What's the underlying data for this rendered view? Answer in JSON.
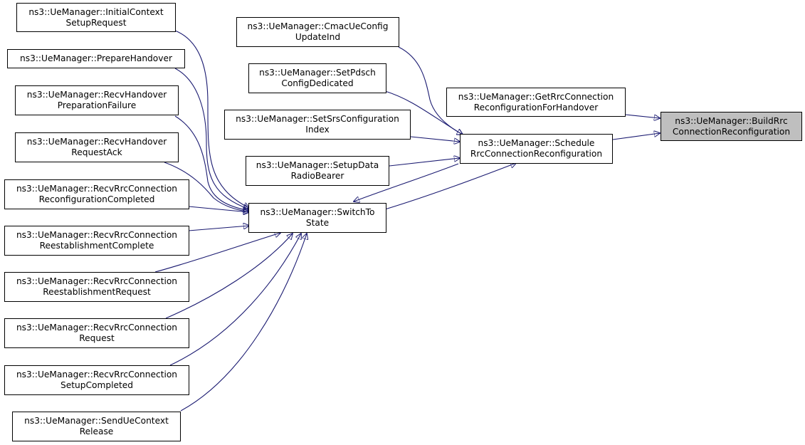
{
  "colors": {
    "edge": "#191970",
    "border": "#000000",
    "focus_fill": "#bfbfbf",
    "fill": "#ffffff"
  },
  "nodes": {
    "build": {
      "line1": "ns3::UeManager::BuildRrc",
      "line2": "ConnectionReconfiguration"
    },
    "getrrc": {
      "line1": "ns3::UeManager::GetRrcConnection",
      "line2": "ReconfigurationForHandover"
    },
    "schedule": {
      "line1": "ns3::UeManager::Schedule",
      "line2": "RrcConnectionReconfiguration"
    },
    "cmac": {
      "line1": "ns3::UeManager::CmacUeConfig",
      "line2": "UpdateInd"
    },
    "pdsch": {
      "line1": "ns3::UeManager::SetPdsch",
      "line2": "ConfigDedicated"
    },
    "srs": {
      "line1": "ns3::UeManager::SetSrsConfiguration",
      "line2": "Index"
    },
    "setup": {
      "line1": "ns3::UeManager::SetupData",
      "line2": "RadioBearer"
    },
    "switch": {
      "line1": "ns3::UeManager::SwitchTo",
      "line2": "State"
    },
    "initctx": {
      "line1": "ns3::UeManager::InitialContext",
      "line2": "SetupRequest"
    },
    "prep": {
      "line1": "ns3::UeManager::PrepareHandover",
      "line2": ""
    },
    "hofail": {
      "line1": "ns3::UeManager::RecvHandover",
      "line2": "PreparationFailure"
    },
    "hoack": {
      "line1": "ns3::UeManager::RecvHandover",
      "line2": "RequestAck"
    },
    "rrccomp": {
      "line1": "ns3::UeManager::RecvRrcConnection",
      "line2": "ReconfigurationCompleted"
    },
    "reestcomp": {
      "line1": "ns3::UeManager::RecvRrcConnection",
      "line2": "ReestablishmentComplete"
    },
    "reestreq": {
      "line1": "ns3::UeManager::RecvRrcConnection",
      "line2": "ReestablishmentRequest"
    },
    "rrcreq": {
      "line1": "ns3::UeManager::RecvRrcConnection",
      "line2": "Request"
    },
    "setupcomp": {
      "line1": "ns3::UeManager::RecvRrcConnection",
      "line2": "SetupCompleted"
    },
    "release": {
      "line1": "ns3::UeManager::SendUeContext",
      "line2": "Release"
    }
  },
  "edges": [
    {
      "from": "getrrc",
      "to": "build"
    },
    {
      "from": "schedule",
      "to": "build"
    },
    {
      "from": "cmac",
      "to": "schedule"
    },
    {
      "from": "pdsch",
      "to": "schedule"
    },
    {
      "from": "srs",
      "to": "schedule"
    },
    {
      "from": "setup",
      "to": "schedule"
    },
    {
      "from": "switch",
      "to": "schedule"
    },
    {
      "from": "schedule",
      "to": "switch"
    },
    {
      "from": "initctx",
      "to": "switch"
    },
    {
      "from": "prep",
      "to": "switch"
    },
    {
      "from": "hofail",
      "to": "switch"
    },
    {
      "from": "hoack",
      "to": "switch"
    },
    {
      "from": "rrccomp",
      "to": "switch"
    },
    {
      "from": "reestcomp",
      "to": "switch"
    },
    {
      "from": "reestreq",
      "to": "switch"
    },
    {
      "from": "rrcreq",
      "to": "switch"
    },
    {
      "from": "setupcomp",
      "to": "switch"
    },
    {
      "from": "release",
      "to": "switch"
    }
  ]
}
